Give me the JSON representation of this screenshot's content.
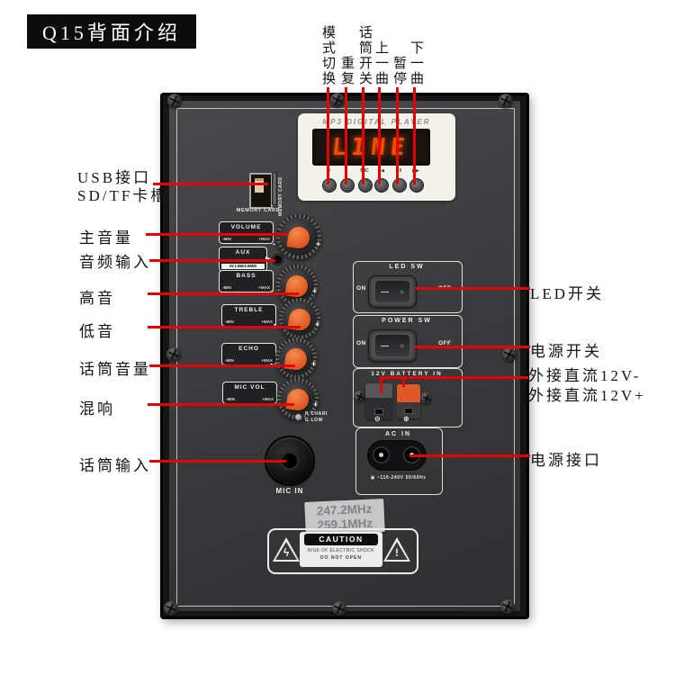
{
  "title": "Q15背面介绍",
  "colors": {
    "annotation_red": "#e60000",
    "knob_orange": "#e2571f",
    "display_red": "#ff4a00"
  },
  "top_labels": [
    {
      "text": "模式切换"
    },
    {
      "text": "重复"
    },
    {
      "text": "话筒开关"
    },
    {
      "text": "上一曲"
    },
    {
      "text": "暂停"
    },
    {
      "text": "下一曲"
    }
  ],
  "left_labels": {
    "usb_line1": "USB接口",
    "usb_line2": "SD/TF卡槽",
    "master_volume": "主音量",
    "audio_input": "音频输入",
    "treble": "高音",
    "bass": "低音",
    "mic_volume": "话筒音量",
    "reverb": "混响",
    "mic_input": "话筒输入"
  },
  "right_labels": {
    "led_switch": "LED开关",
    "power_switch": "电源开关",
    "dc_neg": "外接直流12V-",
    "dc_pos": "外接直流12V+",
    "power_port": "电源接口"
  },
  "mp3": {
    "title": "MP3 DIGITAL PLAYER",
    "display": "LINE",
    "button_icons": [
      "⇄",
      "●",
      "MIC",
      "◀◀",
      "▶‖",
      "▶▶"
    ]
  },
  "usb": {
    "caption": "MEMORY CARD",
    "slot_caption": "MEMORY CARD"
  },
  "knobs": [
    {
      "label": "VOLUME",
      "min": "-MIN",
      "max": "+MAX"
    },
    {
      "label": "BASS",
      "min": "-MIN",
      "max": "+MAX"
    },
    {
      "label": "TREBLE",
      "min": "-MIN",
      "max": "+MAX"
    },
    {
      "label": "ECHO",
      "min": "-MIN",
      "max": "+MAX"
    },
    {
      "label": "MIC VOL",
      "min": "-MIN",
      "max": "+MAX"
    }
  ],
  "knob_signs": {
    "minus": "-",
    "plus": "+"
  },
  "aux": {
    "label": "AUX",
    "sub": "IN LINE3.5MM",
    "arrow": "▶"
  },
  "led_sw": {
    "title": "LED  SW",
    "on": "ON",
    "off": "OFF",
    "dash": "—",
    "circle": "○"
  },
  "power_sw": {
    "title": "POWER SW",
    "on": "ON",
    "off": "OFF",
    "dash": "—",
    "circle": "○"
  },
  "battery": {
    "title": "12V BATTERY IN",
    "neg": "⊖",
    "pos": "⊕"
  },
  "ac": {
    "title": "AC  IN",
    "symbol": "▣",
    "rating": "~110-240V 50/60Hz"
  },
  "mic": {
    "label": "MIC IN"
  },
  "charge_led": {
    "line1": "R CHARI",
    "line2": "G LOW"
  },
  "freq": {
    "line1": "247.2MHz",
    "line2": "259.1MHz"
  },
  "caution": {
    "title": "CAUTION",
    "line1": "RISK OF ELECTRIC SHOCK",
    "line2": "DO NOT OPEN",
    "bolt": "ϟ",
    "excl": "!"
  }
}
